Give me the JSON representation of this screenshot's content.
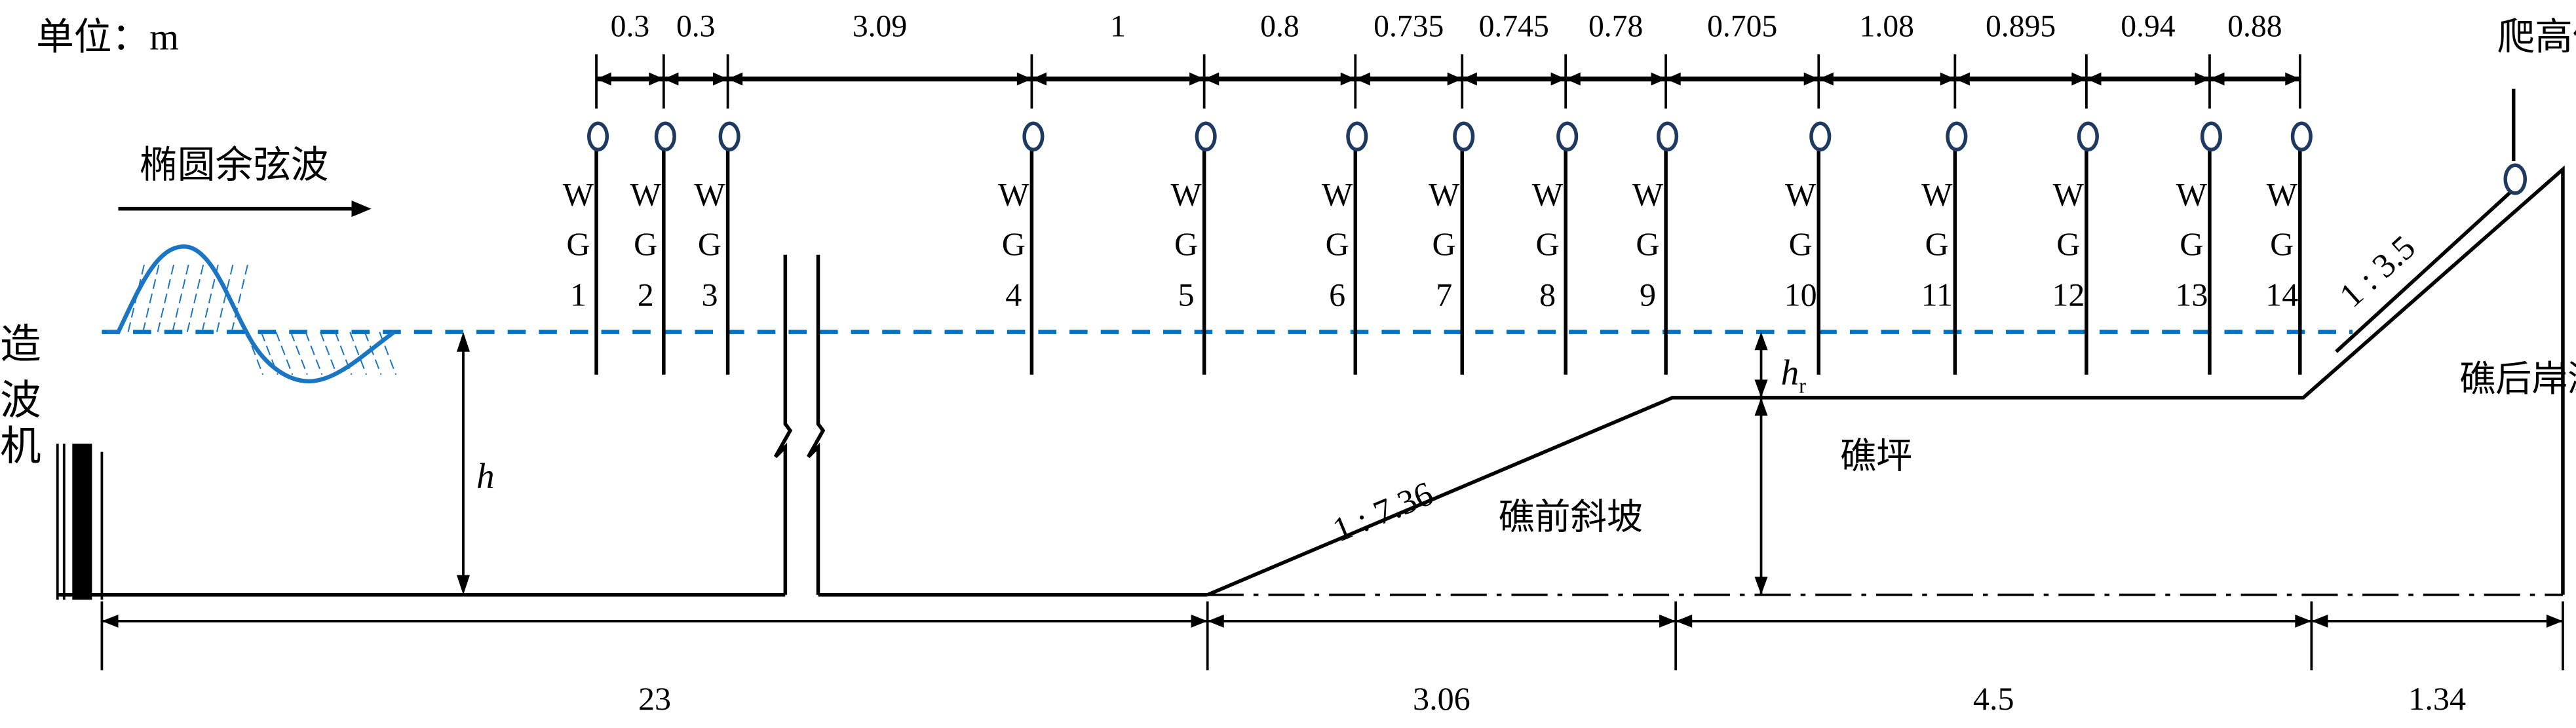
{
  "unit_label": "单位：m",
  "wave_maker_label": [
    "造",
    "波",
    "机"
  ],
  "wave_type_label": "椭圆余弦波",
  "runup_gauge_label": "爬高仪",
  "water_depth_label": "h",
  "reef_depth_label": {
    "main": "h",
    "sub": "r"
  },
  "fore_reef_slope": {
    "ratio": "1 : 7.36",
    "label": "礁前斜坡"
  },
  "reef_flat_label": "礁坪",
  "back_beach": {
    "ratio": "1 : 3.5",
    "label": "礁后岸滩"
  },
  "wave_gauges": [
    {
      "id": "1"
    },
    {
      "id": "2"
    },
    {
      "id": "3"
    },
    {
      "id": "4"
    },
    {
      "id": "5"
    },
    {
      "id": "6"
    },
    {
      "id": "7"
    },
    {
      "id": "8"
    },
    {
      "id": "9"
    },
    {
      "id": "10"
    },
    {
      "id": "11"
    },
    {
      "id": "12"
    },
    {
      "id": "13"
    },
    {
      "id": "14"
    }
  ],
  "gauge_prefix": [
    "W",
    "G"
  ],
  "gauge_spacings": [
    "0.3",
    "0.3",
    "3.09",
    "1",
    "0.8",
    "0.735",
    "0.745",
    "0.78",
    "0.705",
    "1.08",
    "0.895",
    "0.94",
    "0.88"
  ],
  "bottom_dimensions": [
    "23",
    "3.06",
    "4.5",
    "1.34"
  ],
  "colors": {
    "water": "#0070c0",
    "wave": "#1a75c2",
    "gauge_circle": "#1f3a60"
  }
}
